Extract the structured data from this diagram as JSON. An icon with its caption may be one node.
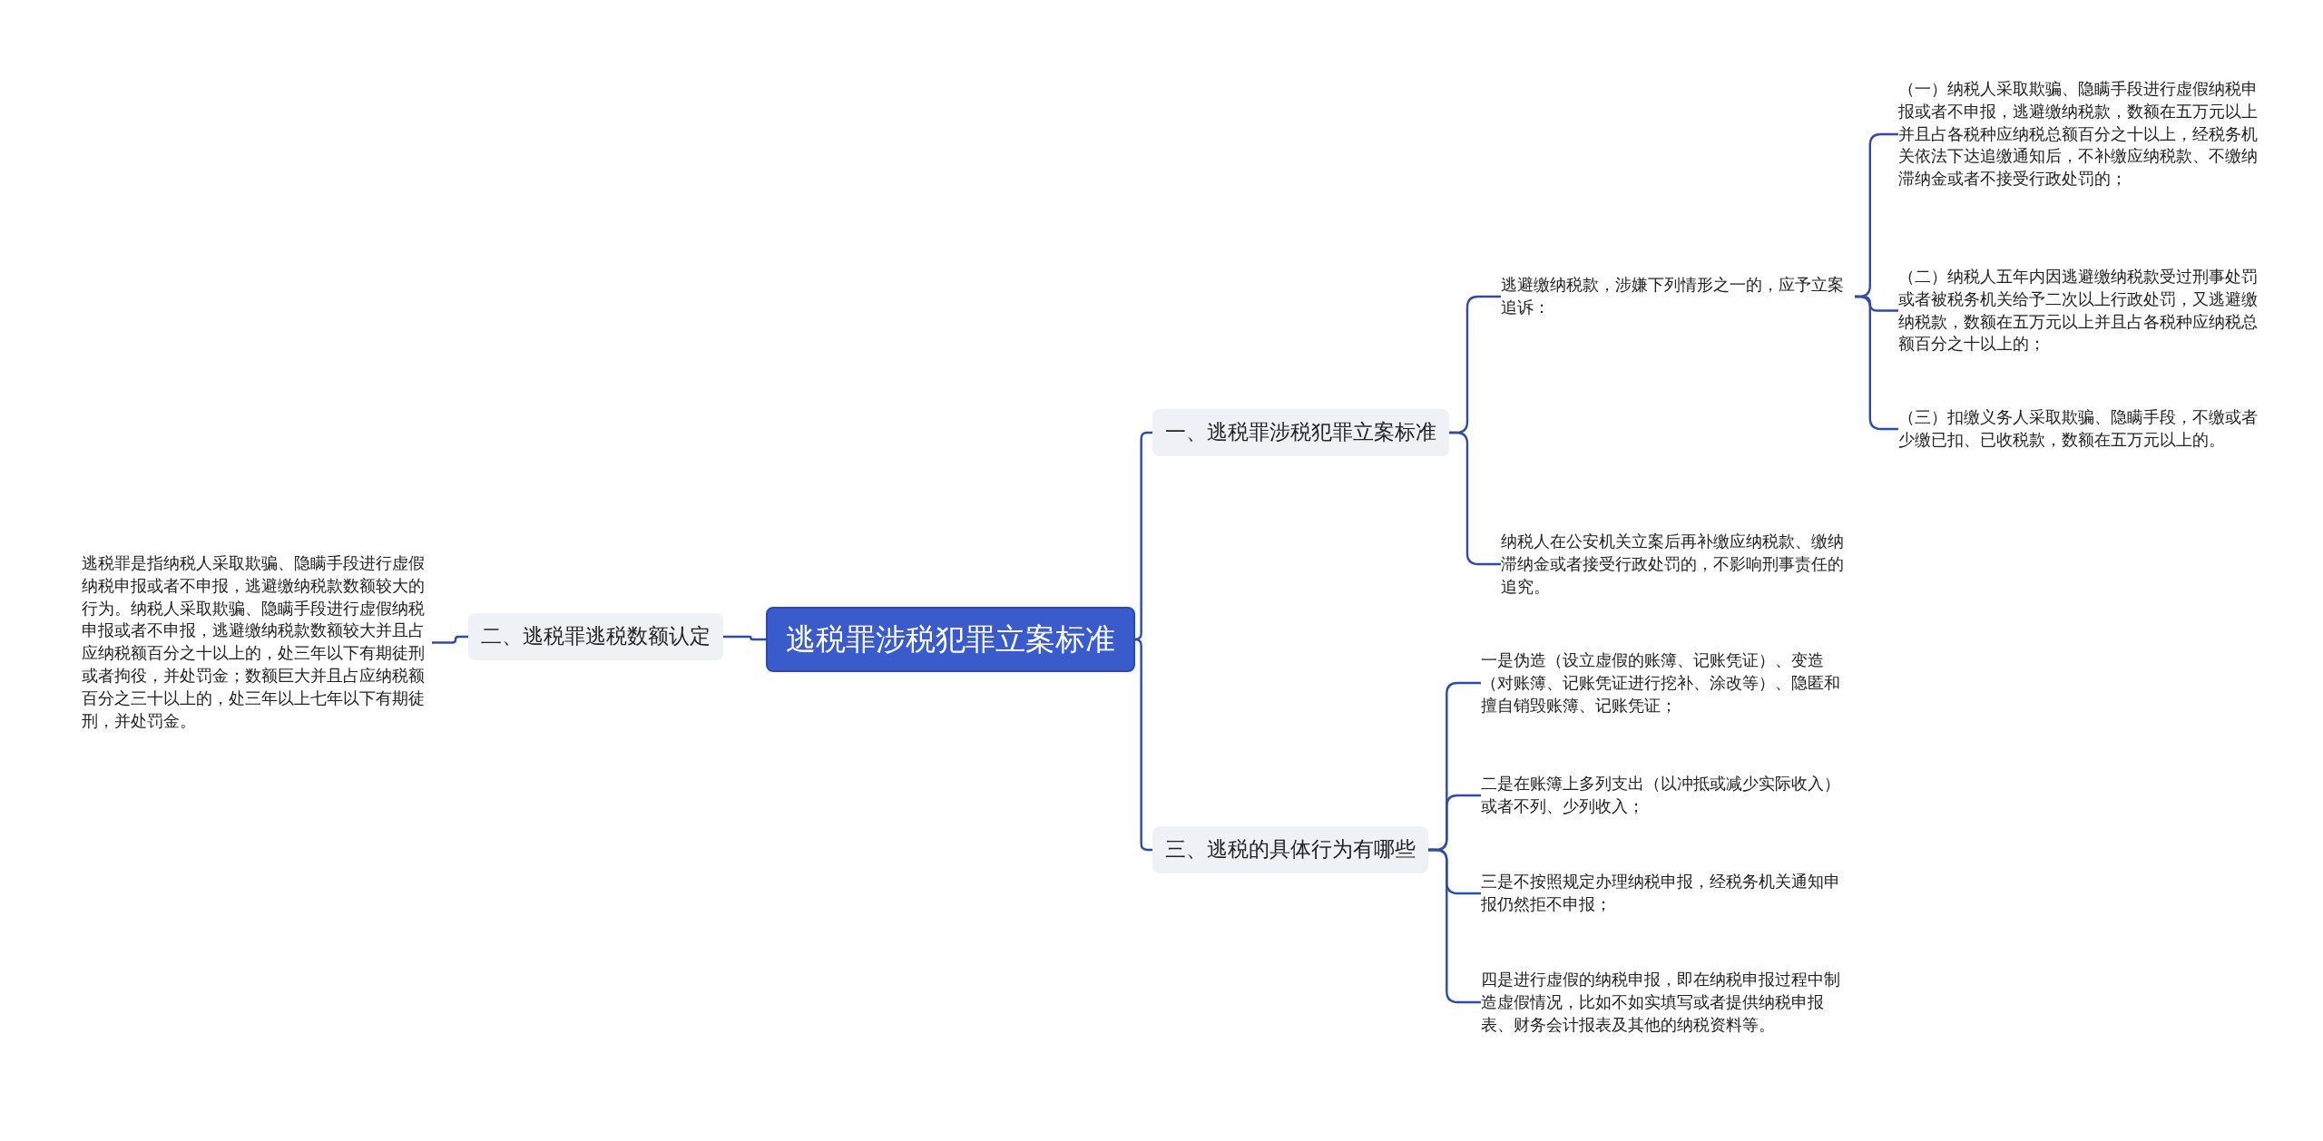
{
  "diagram": {
    "nodes": [
      {
        "text": [
          "逃税罪涉税犯罪立案标准"
        ]
      },
      {
        "text": [
          "一、逃税罪涉税犯罪立案标准"
        ]
      },
      {
        "text": [
          "逃避缴纳税款，涉嫌下列情形之一的，应予立案追诉："
        ]
      },
      {
        "text": [
          "（一）纳税人采取欺骗、隐瞒手段进行虚假纳税申报或者不申报，逃避缴纳税款，数额在五万元以上并且占各税种应纳税总额百分之十以上，经税务机关依法下达追缴通知后，不补缴应纳税款、不缴纳滞纳金或者不接受行政处罚的；"
        ]
      },
      {
        "text": [
          "（二）纳税人五年内因逃避缴纳税款受过刑事处罚或者被税务机关给予二次以上行政处罚，又逃避缴纳税款，数额在五万元以上并且占各税种应纳税总额百分之十以上的；"
        ]
      },
      {
        "text": [
          "（三）扣缴义务人采取欺骗、隐瞒手段，不缴或者少缴已扣、已收税款，数额在五万元以上的。"
        ]
      },
      {
        "text": [
          "纳税人在公安机关立案后再补缴应纳税款、缴纳滞纳金或者接受行政处罚的，不影响刑事责任的追究。"
        ]
      },
      {
        "text": [
          "二、逃税罪逃税数额认定"
        ]
      },
      {
        "text": [
          "逃税罪是指纳税人采取欺骗、隐瞒手段进行虚假纳税申报或者不申报，逃避缴纳税款数额较大的行为。纳税人采取欺骗、隐瞒手段进行虚假纳税申报或者不申报，逃避缴纳税款数额较大并且占应纳税额百分之十以上的，处三年以下有期徒刑或者拘役，并处罚金；数额巨大并且占应纳税额百分之三十以上的，处三年以上七年以下有期徒刑，并处罚金。"
        ]
      },
      {
        "text": [
          "三、逃税的具体行为有哪些"
        ]
      },
      {
        "text": [
          "一是伪造（设立虚假的账簿、记账凭证）、变造（对账簿、记账凭证进行挖补、涂改等）、隐匿和擅自销毁账簿、记账凭证；"
        ]
      },
      {
        "text": [
          "二是在账簿上多列支出（以冲抵或减少实际收入）或者不列、少列收入；"
        ]
      },
      {
        "text": [
          "三是不按照规定办理纳税申报，经税务机关通知申报仍然拒不申报；"
        ]
      },
      {
        "text": [
          "四是进行虚假的纳税申报，即在纳税申报过程中制造虚假情况，比如不如实填写或者提供纳税申报表、财务会计报表及其他的纳税资料等。"
        ]
      }
    ],
    "edges": [
      {
        "from": 0,
        "to": 1,
        "arrow": "none"
      },
      {
        "from": 1,
        "to": 2,
        "arrow": "none"
      },
      {
        "from": 2,
        "to": 3,
        "arrow": "none"
      },
      {
        "from": 2,
        "to": 4,
        "arrow": "none"
      },
      {
        "from": 2,
        "to": 5,
        "arrow": "none"
      },
      {
        "from": 1,
        "to": 6,
        "arrow": "none"
      },
      {
        "from": 0,
        "to": 7,
        "arrow": "none"
      },
      {
        "from": 7,
        "to": 8,
        "arrow": "none"
      },
      {
        "from": 0,
        "to": 9,
        "arrow": "none"
      },
      {
        "from": 9,
        "to": 10,
        "arrow": "none"
      },
      {
        "from": 9,
        "to": 11,
        "arrow": "none"
      },
      {
        "from": 9,
        "to": 12,
        "arrow": "none"
      },
      {
        "from": 9,
        "to": 13,
        "arrow": "none"
      }
    ]
  }
}
